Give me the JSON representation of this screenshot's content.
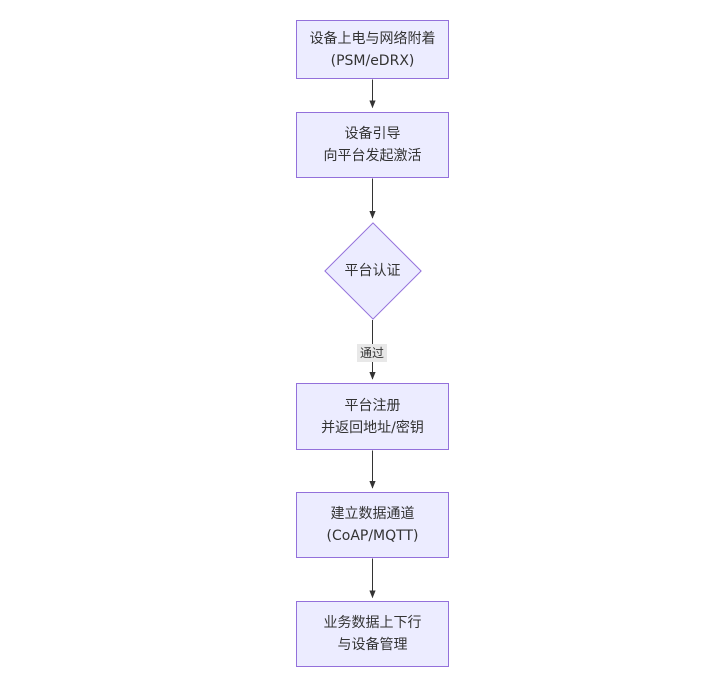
{
  "diagram": {
    "type": "flowchart",
    "direction": "top-down",
    "colors": {
      "background": "#ffffff",
      "node_fill": "#ECECFF",
      "node_border": "#9370DB",
      "text": "#333333",
      "arrow": "#333333",
      "edge_label_bg": "#e8e8e8"
    },
    "nodes": [
      {
        "shape": "rect",
        "lines": [
          "设备上电与网络附着",
          "(PSM/eDRX)"
        ]
      },
      {
        "shape": "rect",
        "lines": [
          "设备引导",
          "向平台发起激活"
        ]
      },
      {
        "shape": "diamond",
        "lines": [
          "平台认证"
        ]
      },
      {
        "shape": "rect",
        "lines": [
          "平台注册",
          "并返回地址/密钥"
        ]
      },
      {
        "shape": "rect",
        "lines": [
          "建立数据通道",
          "(CoAP/MQTT)"
        ]
      },
      {
        "shape": "rect",
        "lines": [
          "业务数据上下行",
          "与设备管理"
        ]
      }
    ],
    "edges": [
      {
        "from": 0,
        "to": 1,
        "label": ""
      },
      {
        "from": 1,
        "to": 2,
        "label": ""
      },
      {
        "from": 2,
        "to": 3,
        "label": "通过"
      },
      {
        "from": 3,
        "to": 4,
        "label": ""
      },
      {
        "from": 4,
        "to": 5,
        "label": ""
      }
    ]
  }
}
